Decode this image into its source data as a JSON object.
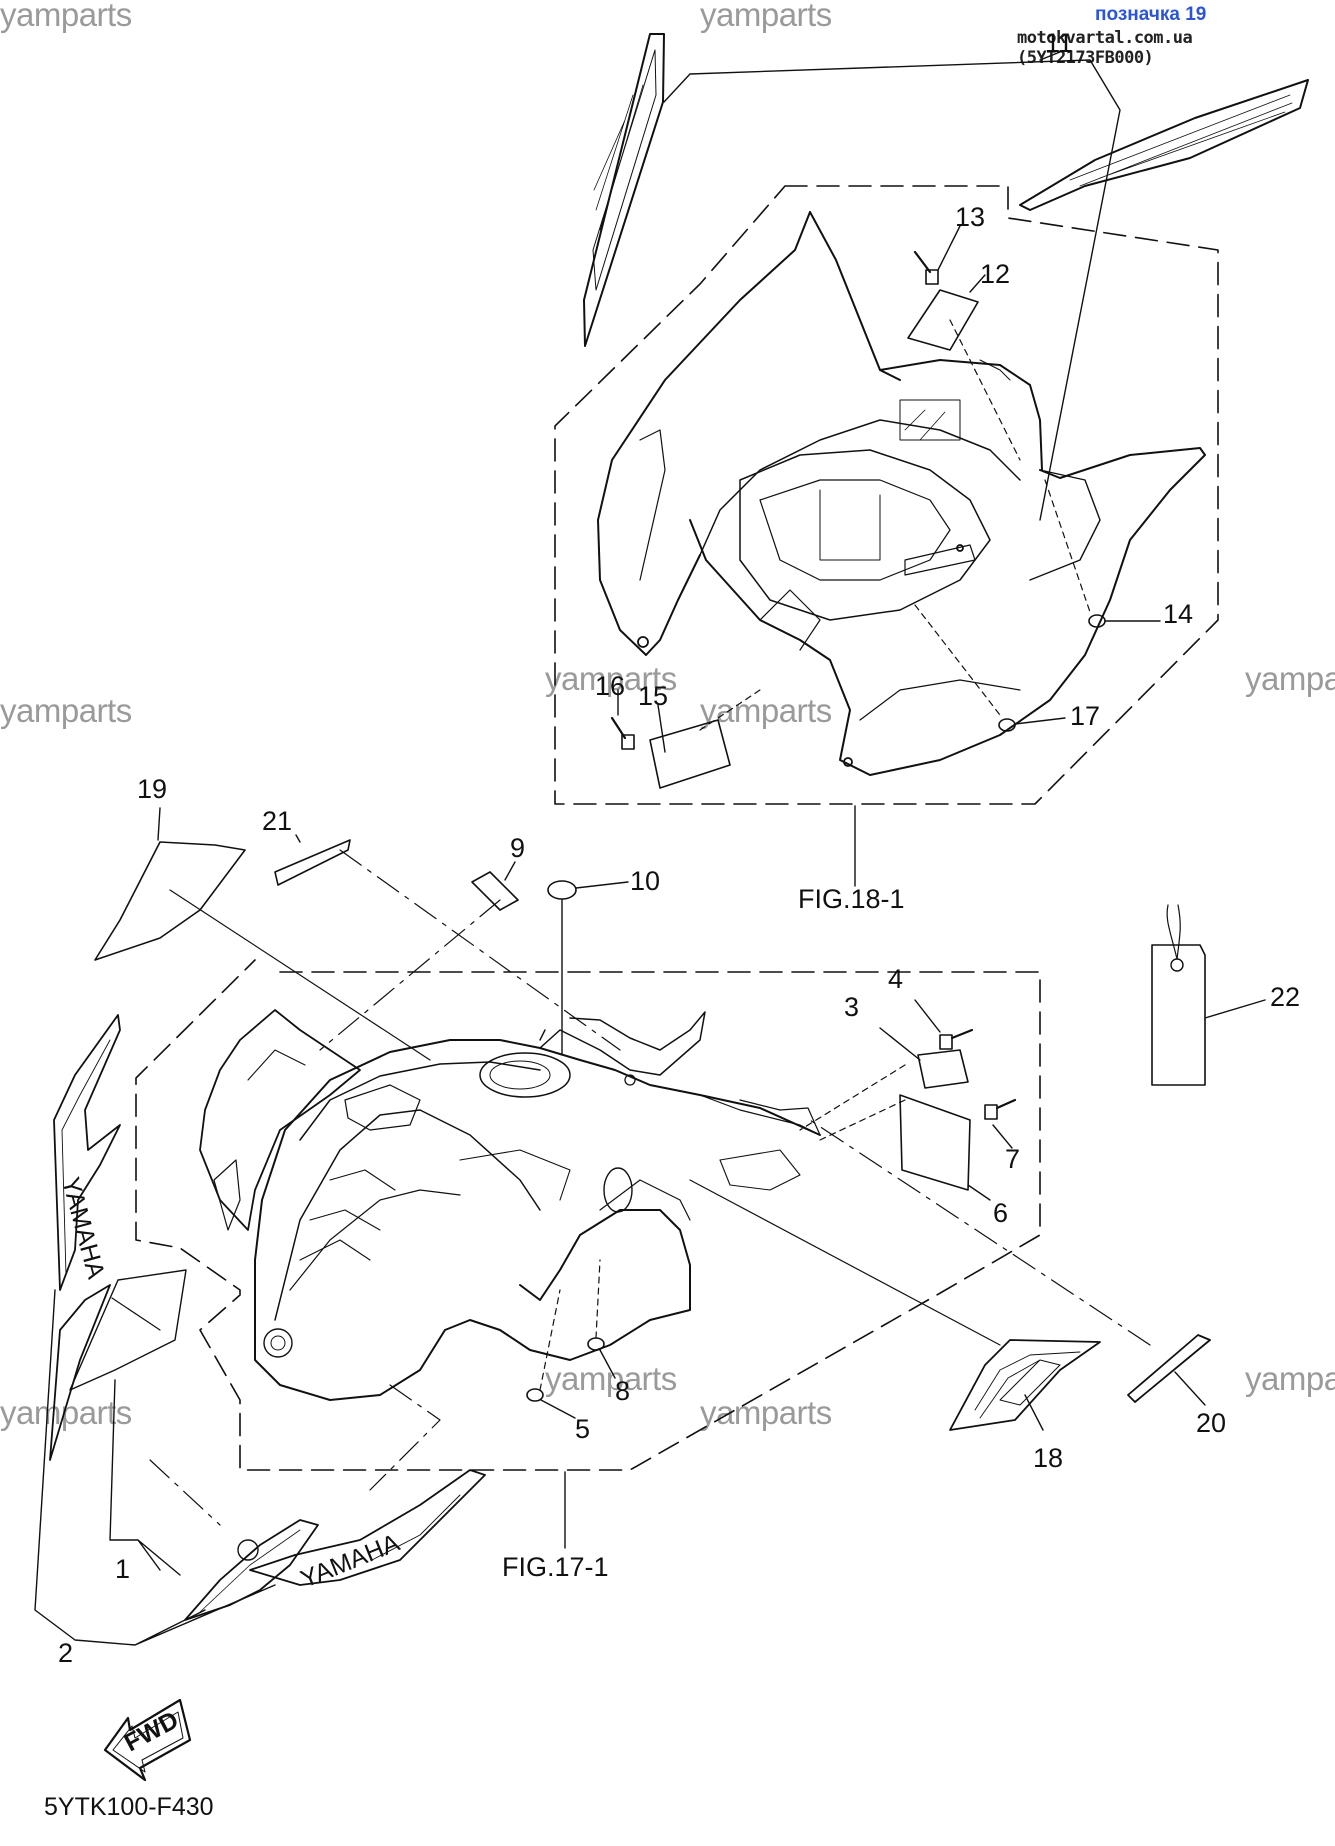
{
  "header": {
    "part_note": "позначка 19",
    "site_ref": "motokvartal.com.ua (5YT2173FB000)"
  },
  "watermark": "yamparts",
  "figures": {
    "fig_upper": "FIG.18-1",
    "fig_lower": "FIG.17-1"
  },
  "diagram_code": "5YTK100-F430",
  "fwd_label": "FWD",
  "decal_brand": "YAMAHA",
  "callouts": {
    "c1": "1",
    "c2": "2",
    "c3": "3",
    "c4": "4",
    "c5": "5",
    "c6": "6",
    "c7": "7",
    "c8": "8",
    "c9": "9",
    "c10": "10",
    "c11": "11",
    "c12": "12",
    "c13": "13",
    "c14": "14",
    "c15": "15",
    "c16": "16",
    "c17": "17",
    "c18": "18",
    "c19": "19",
    "c20": "20",
    "c21": "21",
    "c22": "22"
  }
}
